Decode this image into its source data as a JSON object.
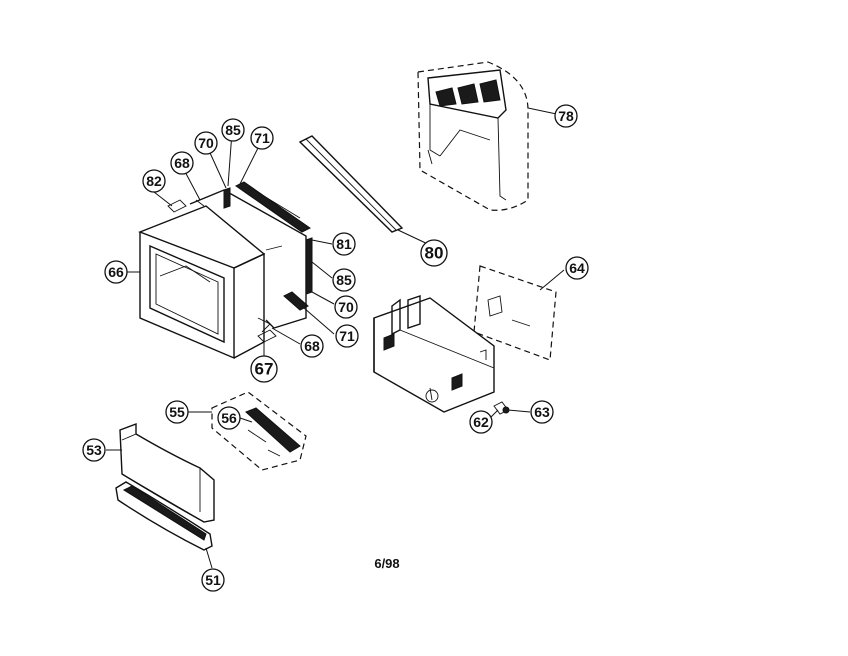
{
  "callouts": {
    "c51": "51",
    "c53": "53",
    "c55": "55",
    "c56": "56",
    "c62": "62",
    "c63": "63",
    "c64": "64",
    "c66": "66",
    "c67": "67",
    "c68a": "68",
    "c68b": "68",
    "c70a": "70",
    "c70b": "70",
    "c71a": "71",
    "c71b": "71",
    "c78": "78",
    "c80": "80",
    "c81": "81",
    "c82": "82",
    "c85a": "85",
    "c85b": "85"
  },
  "footer": {
    "date_code": "6/98"
  }
}
